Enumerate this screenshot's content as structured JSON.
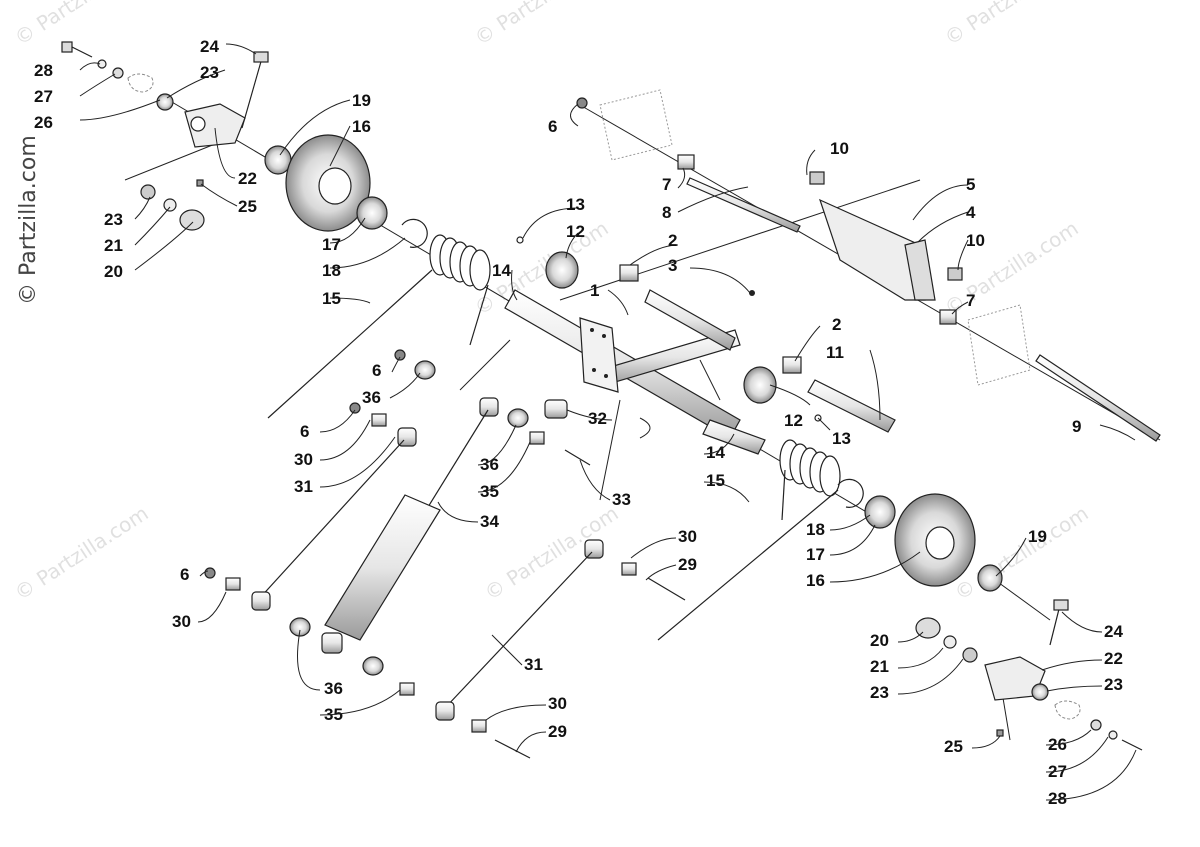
{
  "watermarks": {
    "main": "© Partzilla.com",
    "faint": "© Partzilla.com"
  },
  "callouts": {
    "c1": "1",
    "c2a": "2",
    "c2b": "2",
    "c3": "3",
    "c4": "4",
    "c5": "5",
    "c6a": "6",
    "c6b": "6",
    "c6c": "6",
    "c6d": "6",
    "c7a": "7",
    "c7b": "7",
    "c8": "8",
    "c9": "9",
    "c10a": "10",
    "c10b": "10",
    "c11": "11",
    "c12a": "12",
    "c12b": "12",
    "c13a": "13",
    "c13b": "13",
    "c14a": "14",
    "c14b": "14",
    "c15a": "15",
    "c15b": "15",
    "c16a": "16",
    "c16b": "16",
    "c17a": "17",
    "c17b": "17",
    "c18a": "18",
    "c18b": "18",
    "c19a": "19",
    "c19b": "19",
    "c20a": "20",
    "c20b": "20",
    "c21a": "21",
    "c21b": "21",
    "c22a": "22",
    "c22b": "22",
    "c23a": "23",
    "c23b": "23",
    "c23c": "23",
    "c23d": "23",
    "c24a": "24",
    "c24b": "24",
    "c25a": "25",
    "c25b": "25",
    "c26a": "26",
    "c26b": "26",
    "c27a": "27",
    "c27b": "27",
    "c28a": "28",
    "c28b": "28",
    "c29a": "29",
    "c29b": "29",
    "c30a": "30",
    "c30b": "30",
    "c30c": "30",
    "c30d": "30",
    "c31a": "31",
    "c31b": "31",
    "c32": "32",
    "c33": "33",
    "c34": "34",
    "c35a": "35",
    "c35b": "35",
    "c36a": "36",
    "c36b": "36",
    "c36c": "36"
  },
  "colors": {
    "line": "#222222",
    "shade": "#bfbfbf",
    "light": "#e6e6e6"
  }
}
